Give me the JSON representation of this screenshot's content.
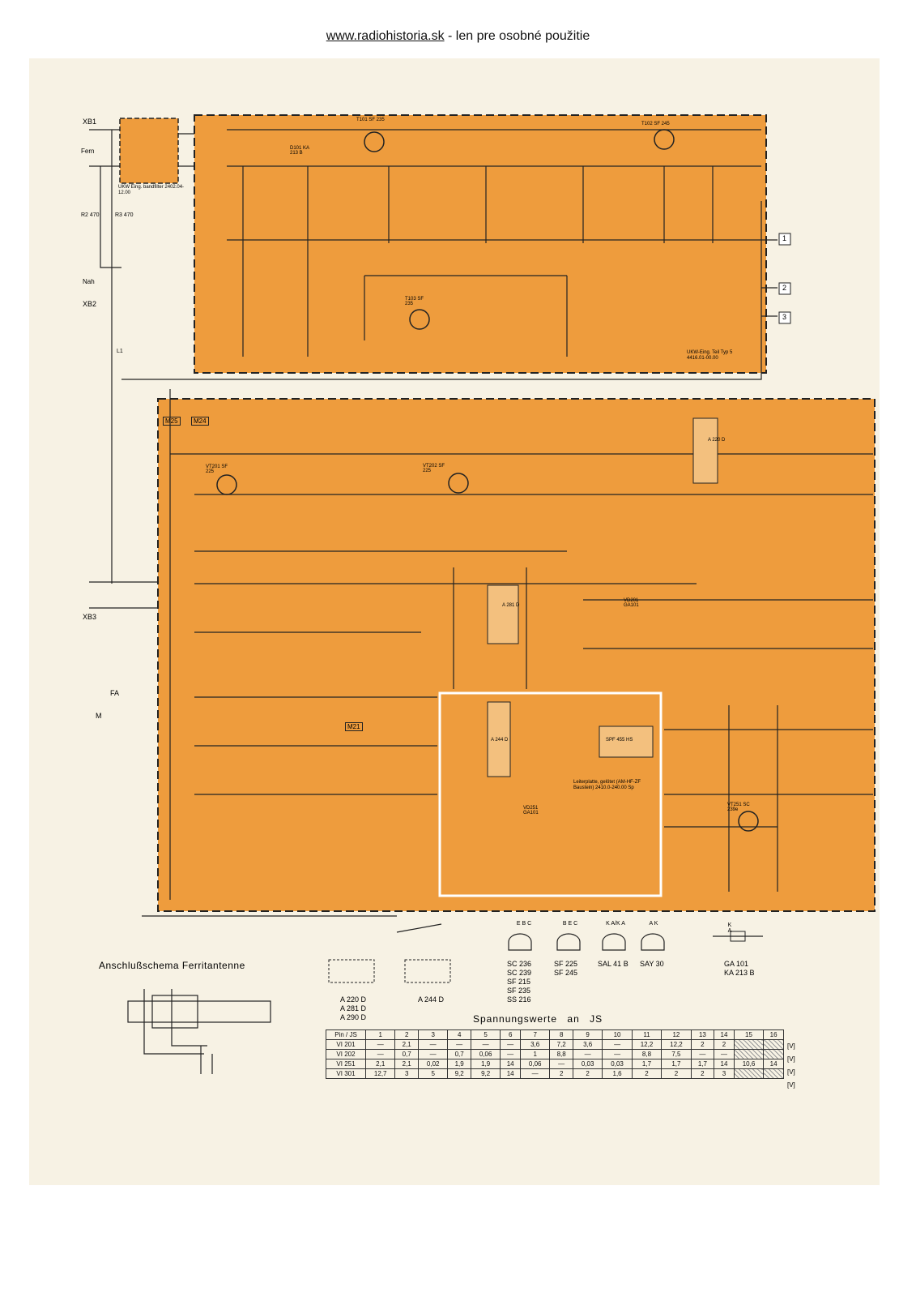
{
  "header": {
    "link_text": "www.radiohistoria.sk",
    "suffix": " - len pre osobné použitie"
  },
  "colors": {
    "module_fill": "#ee9c3d",
    "paper": "#f7f2e4",
    "ink": "#1a1a1a"
  },
  "connectors": {
    "xb1": "XB1",
    "fern": "Fern",
    "nah": "Nah",
    "xb2": "XB2",
    "xb3": "XB3",
    "fa": "FA",
    "m": "M",
    "l1": "L1",
    "r2": "R2 470",
    "r3": "R3 470",
    "out1": "1",
    "out2": "2",
    "out3": "3"
  },
  "modules": {
    "bandfilter": "UKW Eing. bandfilter 2402.04-12.00",
    "ukw_teil": "UKW-Eing. Teil Typ 5 4416.01-00.00",
    "leiterplatte": "Leiterplatte, gelötet (AM-HF-ZF Baustein) 2410.0-240.00 Sp",
    "m25": "M25",
    "m24": "M24",
    "m21": "M21"
  },
  "components": [
    {
      "id": "t101",
      "label": "T101 SF 235"
    },
    {
      "id": "t102",
      "label": "T102 SF 245"
    },
    {
      "id": "t103",
      "label": "T103 SF 235"
    },
    {
      "id": "vt201",
      "label": "VT201 SF 225"
    },
    {
      "id": "vt202",
      "label": "VT202 SF 225"
    },
    {
      "id": "vt251",
      "label": "VT251 SC 239e"
    },
    {
      "id": "a220",
      "label": "A 220 D"
    },
    {
      "id": "a281",
      "label": "A 281 D"
    },
    {
      "id": "a244",
      "label": "A 244 D"
    },
    {
      "id": "spf",
      "label": "SPF 455 HS"
    },
    {
      "id": "d101",
      "label": "D101 KA 213 B"
    },
    {
      "id": "vd201",
      "label": "VD201 GA101"
    },
    {
      "id": "vd251",
      "label": "VD251 GA101"
    },
    {
      "id": "ferrit",
      "label": "Anschlußschema Ferritantenne"
    }
  ],
  "pinouts": {
    "groups": [
      {
        "pins": "E B C",
        "types": [
          "SC 236",
          "SC 239",
          "SF 215",
          "SF 235",
          "SS 216"
        ]
      },
      {
        "pins": "B E C",
        "types": [
          "SF 225",
          "SF 245"
        ]
      },
      {
        "pins": "K A/K A",
        "types": [
          "SAL 41 B"
        ]
      },
      {
        "pins": "A K",
        "types": [
          "SAY 30"
        ]
      },
      {
        "pins": "K A",
        "types": [
          "GA 101",
          "KA 213 B"
        ]
      }
    ],
    "ic_left": [
      "A 220 D",
      "A 281 D",
      "A 290 D"
    ],
    "ic_right": "A 244 D"
  },
  "voltage_table": {
    "title": "Spannungswerte an JS",
    "corner": "JS",
    "pin_label": "Pin",
    "unit": "[V]",
    "pins": [
      "1",
      "2",
      "3",
      "4",
      "5",
      "6",
      "7",
      "8",
      "9",
      "10",
      "11",
      "12",
      "13",
      "14",
      "15",
      "16"
    ],
    "rows": [
      {
        "name": "VI 201",
        "values": [
          "—",
          "2,1",
          "—",
          "—",
          "—",
          "—",
          "3,6",
          "7,2",
          "3,6",
          "—",
          "12,2",
          "12,2",
          "2",
          "2",
          "",
          ""
        ]
      },
      {
        "name": "VI 202",
        "values": [
          "—",
          "0,7",
          "—",
          "0,7",
          "0,06",
          "—",
          "1",
          "8,8",
          "—",
          "—",
          "8,8",
          "7,5",
          "—",
          "—",
          "",
          ""
        ]
      },
      {
        "name": "VI 251",
        "values": [
          "2,1",
          "2,1",
          "0,02",
          "1,9",
          "1,9",
          "14",
          "0,06",
          "—",
          "0,03",
          "0,03",
          "1,7",
          "1,7",
          "1,7",
          "14",
          "10,6",
          "14"
        ]
      },
      {
        "name": "VI 301",
        "values": [
          "12,7",
          "3",
          "5",
          "9,2",
          "9,2",
          "14",
          "—",
          "2",
          "2",
          "1,6",
          "2",
          "2",
          "2",
          "3",
          "",
          ""
        ]
      }
    ]
  }
}
